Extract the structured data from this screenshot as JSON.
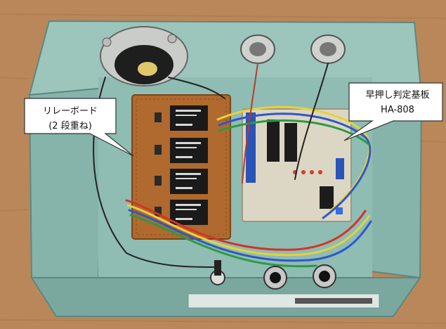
{
  "callouts": {
    "relay_board": {
      "line1": "リレーボード",
      "line2": "(2 段重ね)"
    },
    "judge_board": {
      "line1": "早押し判定基板",
      "line2": "HA-808"
    }
  },
  "colors": {
    "table": "#b9875a",
    "enclosure": "#8fbcb3",
    "enclosure_shadow": "#6f9a92",
    "pcb_relay": "#b0692e",
    "pcb_judge": "#dcd6c4",
    "relay_body": "#1a1a1a",
    "wire_red": "#d63226",
    "wire_yellow": "#e6d23a",
    "wire_blue": "#2f57c9",
    "wire_green": "#2e9a43",
    "wire_black": "#222222"
  }
}
